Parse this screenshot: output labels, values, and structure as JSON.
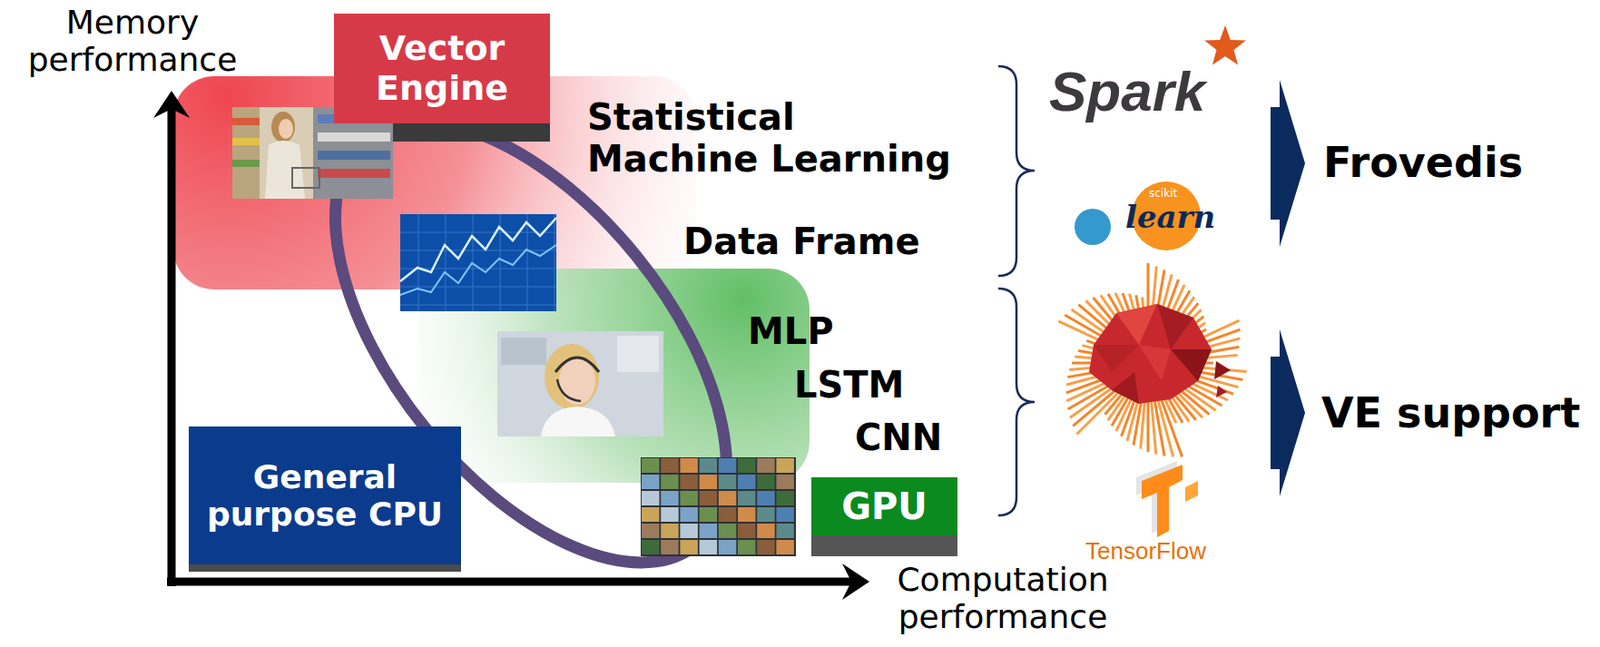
{
  "diagram": {
    "nodes": [
      {
        "text": [
          "Vector Engine"
        ]
      },
      {
        "text": [
          "General purpose CPU"
        ]
      },
      {
        "text": [
          "GPU"
        ]
      }
    ],
    "labels": [
      "Memory performance",
      "Statistical Machine Learning",
      "Data Frame",
      "MLP",
      "LSTM",
      "CNN",
      "Computation performance",
      "Spark",
      "scikit",
      "learn",
      "TensorFlow",
      "Frovedis",
      "VE support"
    ]
  }
}
